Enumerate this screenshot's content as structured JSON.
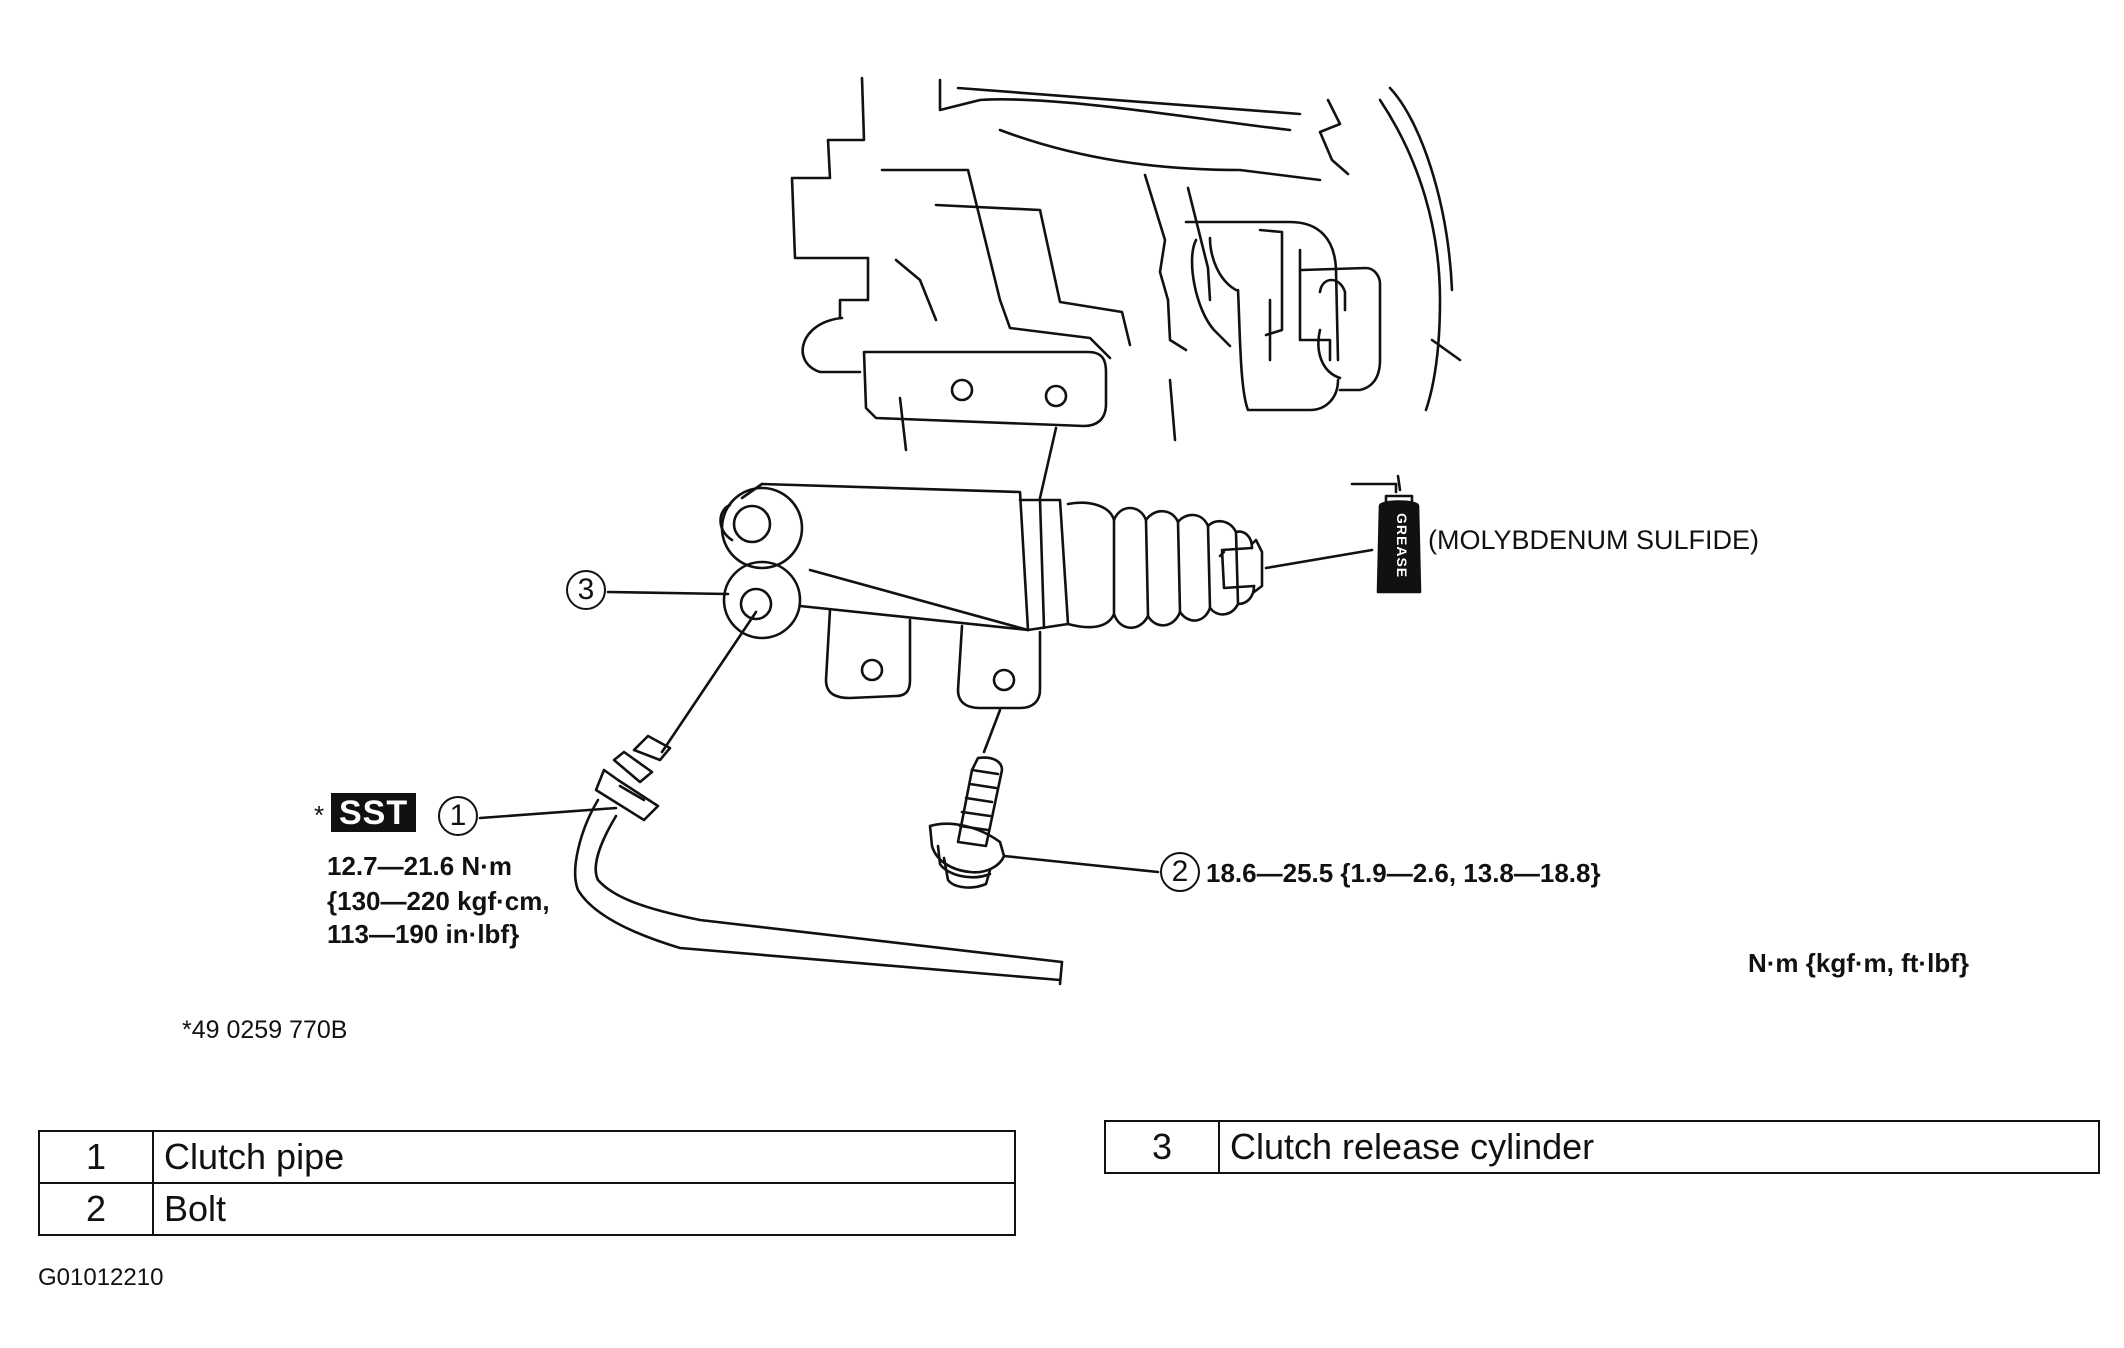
{
  "figure_code": "G01012210",
  "callouts": [
    {
      "id": "1",
      "part": "Clutch pipe",
      "torque_lines": [
        "12.7—21.6 N·m",
        "{130—220 kgf·cm,",
        "113—190 in·lbf}"
      ]
    },
    {
      "id": "2",
      "part": "Bolt",
      "torque": "18.6—25.5 {1.9—2.6, 13.8—18.8}"
    },
    {
      "id": "3",
      "part": "Clutch release cylinder"
    }
  ],
  "sst": {
    "asterisk": "*",
    "badge": "SST",
    "footnote": "*49 0259 770B"
  },
  "grease": {
    "can_text": "GREASE",
    "note": "(MOLYBDENUM SULFIDE)"
  },
  "unit_note": "N·m {kgf·m, ft·lbf}",
  "legend_left": [
    {
      "num": "1",
      "text": "Clutch pipe"
    },
    {
      "num": "2",
      "text": "Bolt"
    }
  ],
  "legend_right": [
    {
      "num": "3",
      "text": "Clutch release cylinder"
    }
  ]
}
